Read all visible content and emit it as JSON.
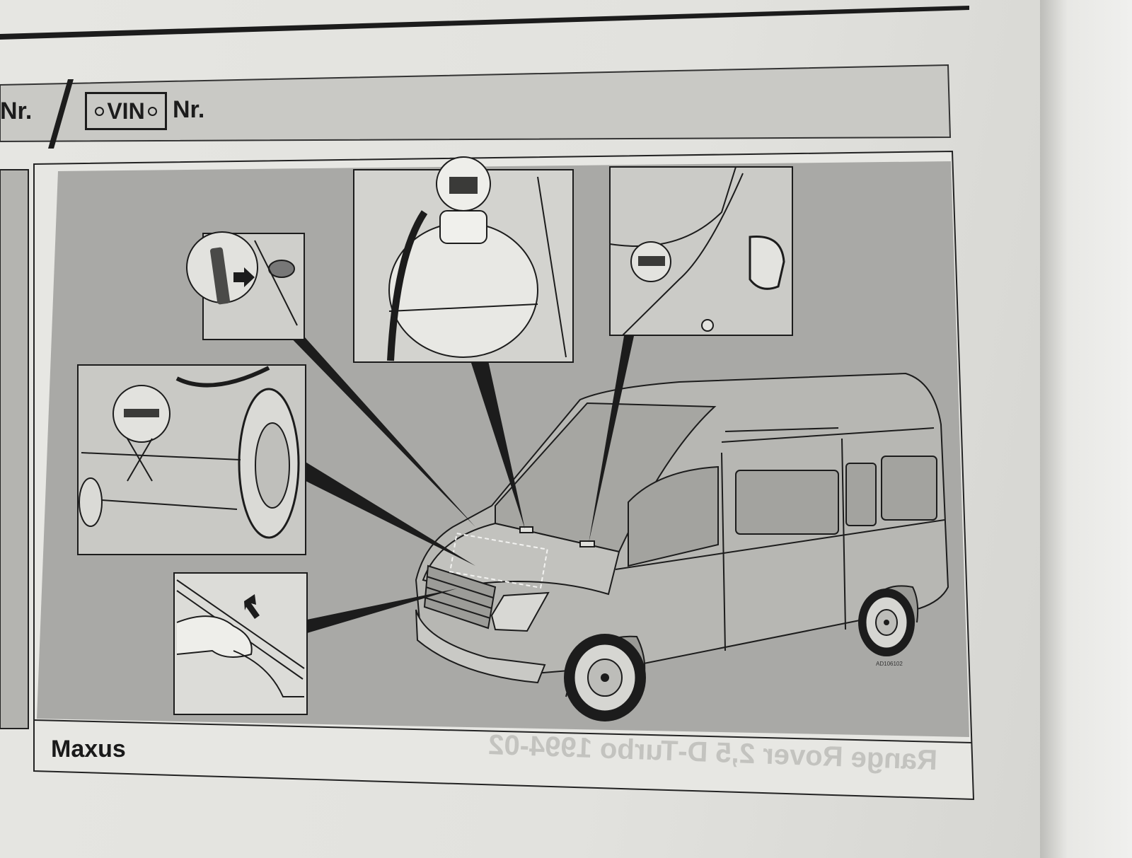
{
  "header": {
    "left_label": "Nr.",
    "vin_label": "VIN",
    "right_label": "Nr."
  },
  "figure": {
    "caption": "Maxus",
    "drawing_code": "AD106102",
    "callouts": [
      {
        "name": "hood-release-detail"
      },
      {
        "name": "coolant-reservoir-plate-detail"
      },
      {
        "name": "a-pillar-vin-plate-detail"
      },
      {
        "name": "engine-bay-stamping-detail"
      },
      {
        "name": "bonnet-latch-detail"
      }
    ]
  },
  "show_through": {
    "text": "Range Rover 2,5 D-Turbo 1994-02"
  },
  "colors": {
    "paper": "#e4e4e0",
    "figure_background": "#a9a9a6",
    "band": "#c9c9c5",
    "ink": "#1c1c1c"
  }
}
